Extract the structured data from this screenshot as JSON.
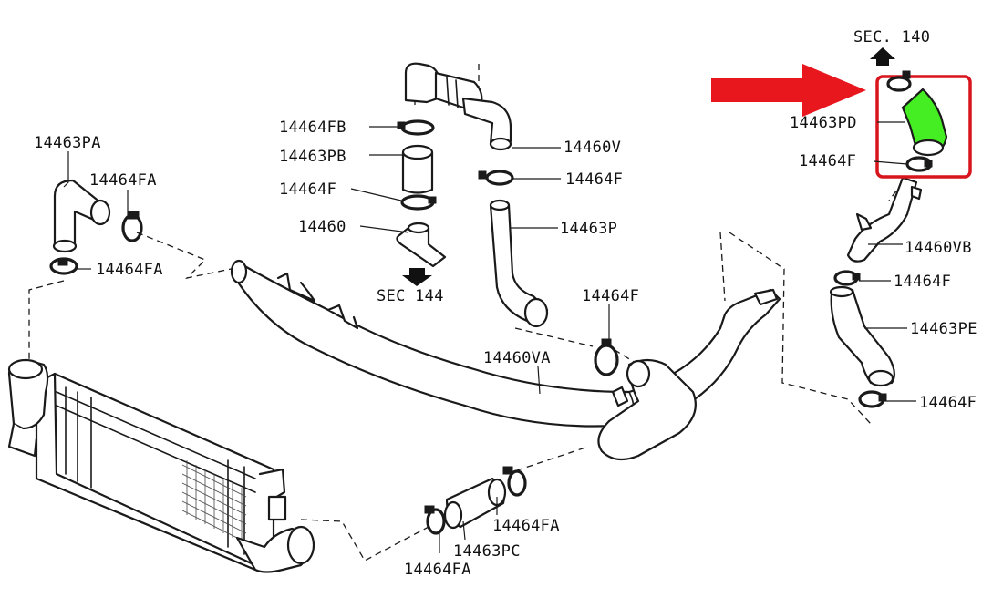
{
  "diagram": {
    "colors": {
      "line": "#1a1a1a",
      "background": "#ffffff",
      "highlight_box": "#d8141c",
      "highlight_arrow": "#e8171d",
      "highlight_part": "#44ee22"
    },
    "section_refs": {
      "sec140": "SEC. 140",
      "sec144": "SEC 144"
    },
    "part_labels": {
      "p14463PA": "14463PA",
      "p14464FA_top": "14464FA",
      "p14464FA_left": "14464FA",
      "p14464FB": "14464FB",
      "p14463PB": "14463PB",
      "p14464F_center": "14464F",
      "p14460": "14460",
      "p14460V": "14460V",
      "p14464F_v": "14464F",
      "p14463P": "14463P",
      "p14464F_mid": "14464F",
      "p14460VA": "14460VA",
      "p14463PD": "14463PD",
      "p14464F_box": "14464F",
      "p14460VB": "14460VB",
      "p14464F_r1": "14464F",
      "p14463PE": "14463PE",
      "p14464F_r2": "14464F",
      "p14464FA_bot": "14464FA",
      "p14463PC": "14463PC",
      "p14464FA_btm": "14464FA"
    },
    "icons": [
      "arrow-up-icon",
      "arrow-down-icon",
      "red-pointer-arrow-icon"
    ]
  }
}
